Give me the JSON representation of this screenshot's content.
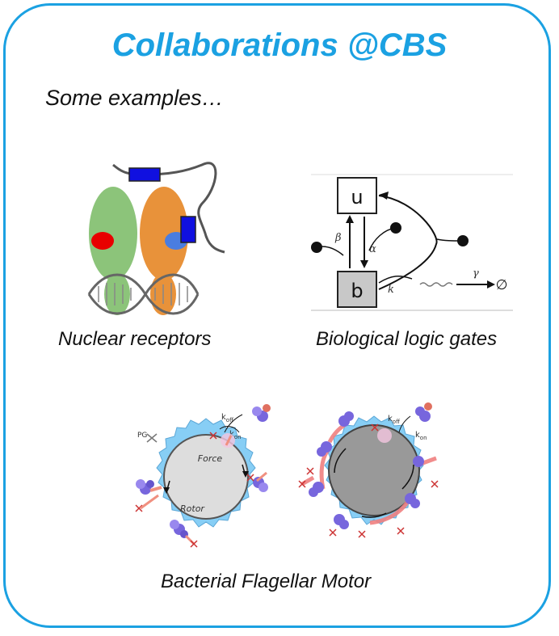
{
  "slide": {
    "title": "Collaborations @CBS",
    "subtitle": "Some examples…"
  },
  "examples": [
    {
      "caption": "Nuclear receptors",
      "icon": "nuclear-receptor-dna-icon"
    },
    {
      "caption": "Biological logic gates",
      "icon": "logic-gate-network-icon"
    },
    {
      "caption": "Bacterial Flagellar Motor",
      "icon": "flagellar-motor-icon"
    }
  ],
  "logic_gate_diagram": {
    "node_u": "u",
    "node_b": "b",
    "rate_beta": "β",
    "rate_alpha": "α",
    "rate_k": "k",
    "rate_gamma": "γ",
    "sink": "∅"
  },
  "motor_diagram": {
    "label_pg": "PG",
    "label_force": "Force",
    "label_rotor": "Rotor",
    "label_koff": "k",
    "label_koff_sub": "off",
    "label_kon": "k",
    "label_kon_sub": "on"
  },
  "colors": {
    "accent": "#1ba1e2",
    "green_lobe": "#8cc47a",
    "orange_lobe": "#e8923a",
    "blue_box": "#1010e0",
    "red_ligand": "#e80000",
    "stator_purple": "#6a5acd",
    "rotor_gray": "#999999"
  }
}
